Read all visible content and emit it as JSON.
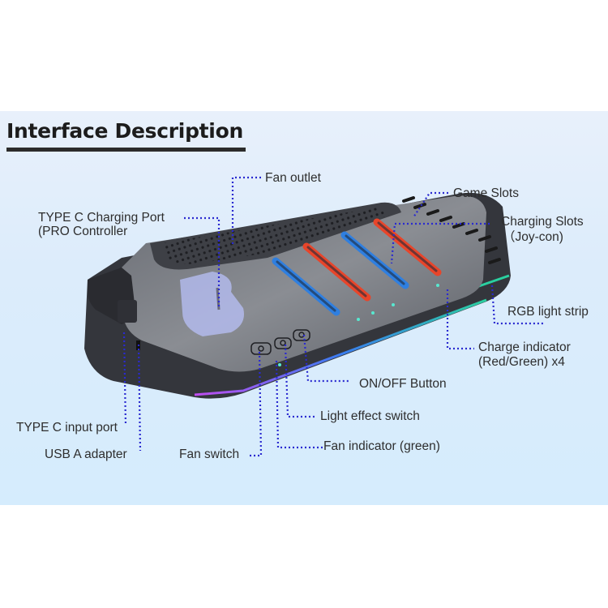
{
  "title": "Interface Description",
  "colors": {
    "background_panel": "#d8ecfc",
    "leader_line": "#2a2ad0",
    "slot_red": "#e8452a",
    "slot_blue": "#2f7fe0",
    "device_body": "#4a4d55",
    "rgb_strip": "#b04cf0"
  },
  "labels": {
    "fan_outlet": "Fan outlet",
    "type_c_charging_port": "TYPE C Charging Port",
    "type_c_charging_port_sub": "(PRO Controller",
    "game_slots": "Game Slots",
    "charging_slots": "Charging Slots",
    "charging_slots_sub": "（Joy-con)",
    "rgb_light_strip": "RGB light strip",
    "charge_indicator": "Charge indicator",
    "charge_indicator_sub": "(Red/Green) x4",
    "on_off_button": "ON/OFF Button",
    "light_effect_switch": "Light effect switch",
    "fan_indicator": "Fan indicator (green)",
    "fan_switch": "Fan switch",
    "type_c_input_port": "TYPE C input port",
    "usb_a_adapter": "USB A adapter"
  },
  "device": {
    "joycon_slots": [
      {
        "color": "blue"
      },
      {
        "color": "red"
      },
      {
        "color": "blue"
      },
      {
        "color": "red"
      }
    ],
    "buttons": [
      {
        "icon": "fan-icon"
      },
      {
        "icon": "light-icon"
      },
      {
        "icon": "power-icon"
      }
    ]
  }
}
